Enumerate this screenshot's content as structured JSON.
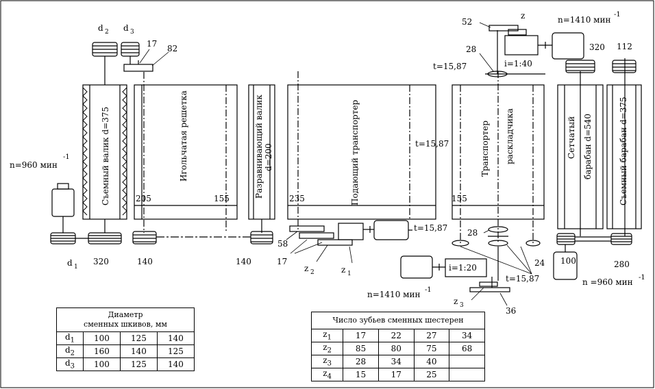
{
  "labels": {
    "n_left": "n=960 мин",
    "n_left_sup": "-1",
    "n_top": "n=1410 мин",
    "n_top_sup": "-1",
    "n_bottom_mid": "n=1410 мин",
    "n_bottom_mid_sup": "-1",
    "n_bottom_right": "n =960 мин",
    "n_bottom_right_sup": "-1",
    "i_top": "i=1:40",
    "i_bottom": "i=1:20",
    "t_top": "t=15,87",
    "t_mid_right": "t=15,87",
    "t_motor": "t=15,87",
    "t_bottom": "t=15,87",
    "d1": "d",
    "d1_sub": "1",
    "d2": "d",
    "d2_sub": "2",
    "d3": "d",
    "d3_sub": "3",
    "num_17_top": "17",
    "num_82": "82",
    "num_52": "52",
    "z_top": "z",
    "num_28_top": "28",
    "num_320_right": "320",
    "num_112": "112",
    "num_205": "205",
    "num_155_left": "155",
    "num_235": "235",
    "num_155_mid": "155",
    "num_28_bottom": "28",
    "num_320_bottom": "320",
    "num_140_a": "140",
    "num_140_b": "140",
    "num_58": "58",
    "num_17_bottom": "17",
    "z2": "z",
    "z2_sub": "2",
    "z1": "z",
    "z1_sub": "1",
    "num_24": "24",
    "num_100": "100",
    "num_280": "280",
    "z3": "z",
    "z3_sub": "3",
    "num_36": "36"
  },
  "machine_units": {
    "stripping_roller": "Съемный валик  d=375",
    "needle_lattice": "Игольчатая решетка",
    "dispersing_roller_1": "Разравнивающий валик",
    "dispersing_roller_2": "d=200",
    "feed_conveyor": "Подающий транспортер",
    "spreader_1": "Транспортер",
    "spreader_2": "раскладчика",
    "mesh_drum_1": "Сетчатый",
    "mesh_drum_2": "барабан d=540",
    "stripping_drum": "Съемный барабан d=375"
  },
  "pulley_table": {
    "caption_1": "Диаметр",
    "caption_2": "сменных шкивов, мм",
    "rows": [
      {
        "name": "d",
        "sub": "1",
        "values": [
          "100",
          "125",
          "140"
        ]
      },
      {
        "name": "d",
        "sub": "2",
        "values": [
          "160",
          "140",
          "125"
        ]
      },
      {
        "name": "d",
        "sub": "3",
        "values": [
          "100",
          "125",
          "140"
        ]
      }
    ]
  },
  "gear_table": {
    "caption": "Число зубьев сменных шестерен",
    "rows": [
      {
        "name": "z",
        "sub": "1",
        "values": [
          "17",
          "22",
          "27",
          "34"
        ]
      },
      {
        "name": "z",
        "sub": "2",
        "values": [
          "85",
          "80",
          "75",
          "68"
        ]
      },
      {
        "name": "z",
        "sub": "3",
        "values": [
          "28",
          "34",
          "40",
          ""
        ]
      },
      {
        "name": "z",
        "sub": "4",
        "values": [
          "15",
          "17",
          "25",
          ""
        ]
      }
    ]
  }
}
